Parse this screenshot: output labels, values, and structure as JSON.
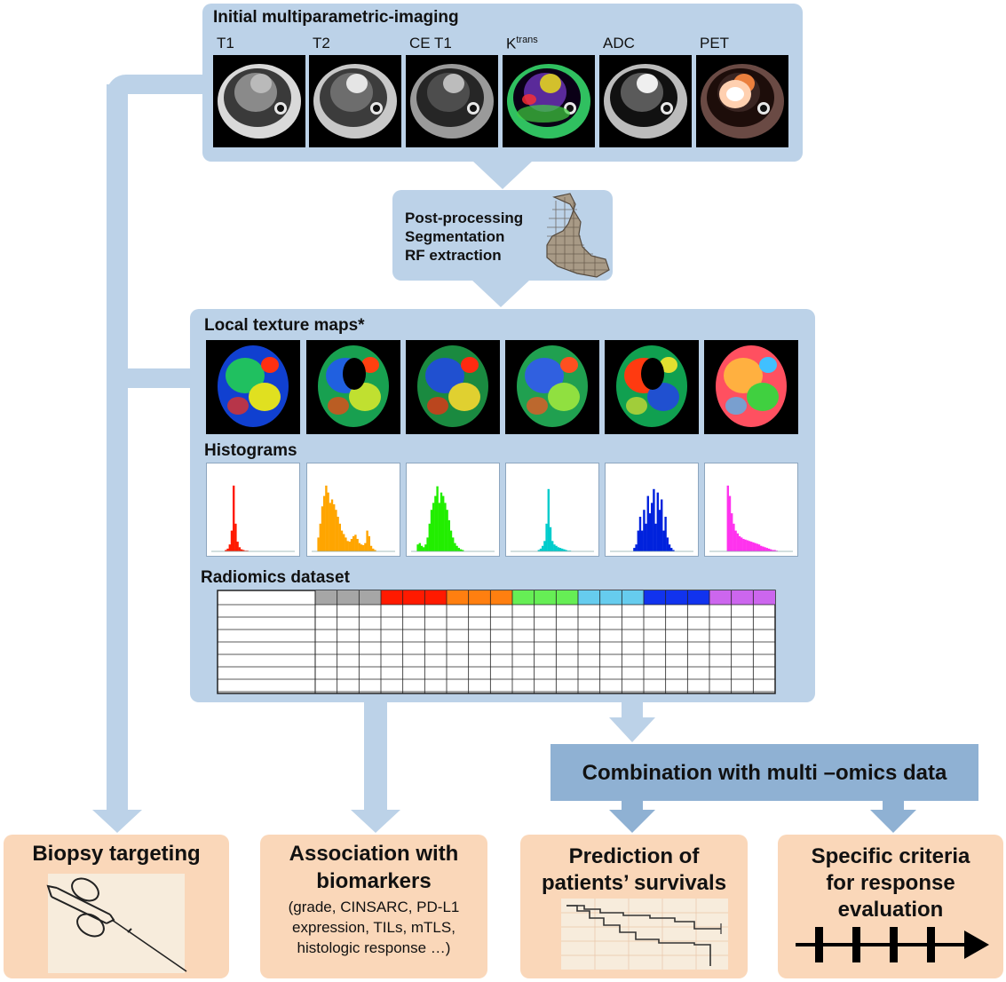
{
  "imaging": {
    "title": "Initial multiparametric-imaging",
    "modalities": [
      {
        "label": "T1",
        "sup": ""
      },
      {
        "label": "T2",
        "sup": ""
      },
      {
        "label": "CE T1",
        "sup": ""
      },
      {
        "label": "K",
        "sup": "trans"
      },
      {
        "label": "ADC",
        "sup": ""
      },
      {
        "label": "PET",
        "sup": ""
      }
    ]
  },
  "postprocessing": {
    "lines": [
      "Post-processing",
      "Segmentation",
      "RF extraction"
    ]
  },
  "texture": {
    "title": "Local texture maps*",
    "histograms_title": "Histograms",
    "dataset_title": "Radiomics dataset",
    "hist_colors": [
      "#ff1a00",
      "#ffa500",
      "#22ee00",
      "#00cccc",
      "#0022dd",
      "#ff33ee"
    ],
    "table_header_colors": [
      "#a6a6a6",
      "#a6a6a6",
      "#a6a6a6",
      "#ff1a00",
      "#ff1a00",
      "#ff1a00",
      "#ff7f10",
      "#ff7f10",
      "#ff7f10",
      "#66ee55",
      "#66ee55",
      "#66ee55",
      "#66ccee",
      "#66ccee",
      "#66ccee",
      "#1133ee",
      "#1133ee",
      "#1133ee",
      "#cc66ee",
      "#cc66ee",
      "#cc66ee"
    ]
  },
  "combination": {
    "label": "Combination with multi –omics data"
  },
  "outputs": {
    "biopsy": {
      "title": "Biopsy targeting"
    },
    "biomarkers": {
      "title_line1": "Association with",
      "title_line2": "biomarkers",
      "detail_line1": "(grade, CINSARC, PD-L1",
      "detail_line2": "expression, TILs, mTLS,",
      "detail_line3": "histologic response …)"
    },
    "survival": {
      "title_line1": "Prediction of",
      "title_line2": "patients’ survivals"
    },
    "response": {
      "title_line1": "Specific criteria",
      "title_line2": "for response",
      "title_line3": "evaluation"
    }
  }
}
